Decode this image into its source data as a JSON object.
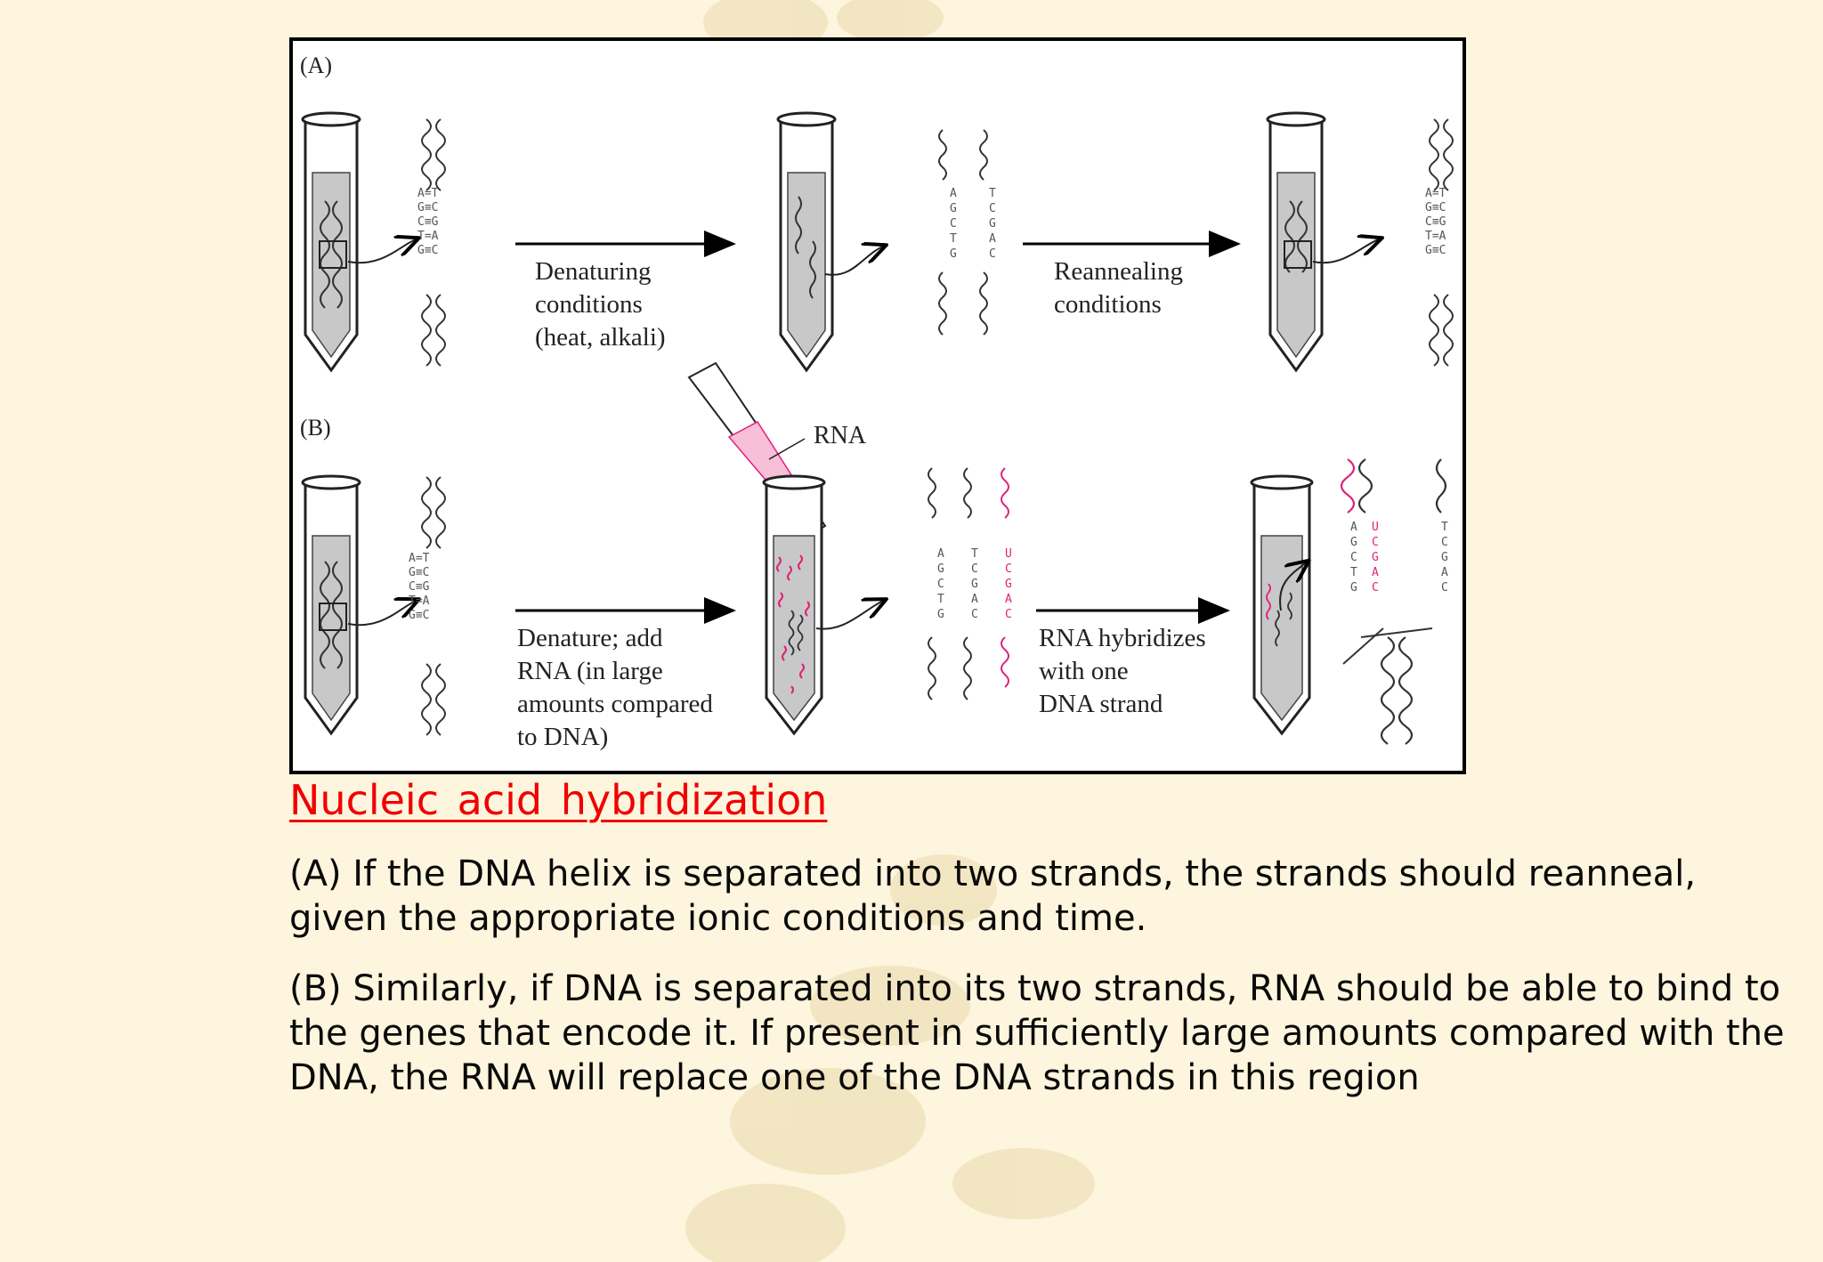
{
  "figure": {
    "panel_a_label": "(A)",
    "panel_b_label": "(B)",
    "step_a1": [
      "Denaturing",
      "conditions",
      "(heat, alkali)"
    ],
    "step_a2": [
      "Reannealing",
      "conditions"
    ],
    "step_b1": [
      "Denature; add",
      "RNA (in large",
      "amounts compared",
      "to DNA)"
    ],
    "step_b2": [
      "RNA hybridizes",
      "with one",
      "DNA strand"
    ],
    "rna_label": "RNA",
    "dna_pairs": [
      "A=T",
      "G≡C",
      "C≡G",
      "T=A",
      "G≡C"
    ],
    "strand_left": [
      "A",
      "G",
      "C",
      "T",
      "G"
    ],
    "strand_right": [
      "T",
      "C",
      "G",
      "A",
      "C"
    ],
    "strand_rna": [
      "U",
      "C",
      "G",
      "A",
      "C"
    ],
    "colors": {
      "rna": "#e0207c",
      "arrow": "#000000",
      "tube_fill": "#c8c8c8"
    }
  },
  "title": "Nucleic acid hybridization",
  "paragraph_a": "(A) If the DNA helix is separated into two strands, the strands should reanneal, given the appropriate ionic conditions and time.",
  "paragraph_b": "(B) Similarly, if DNA is separated into its two strands, RNA should be able to bind to the genes that encode it. If present in sufficiently large amounts compared with the DNA, the RNA will replace one of the DNA strands in this region"
}
